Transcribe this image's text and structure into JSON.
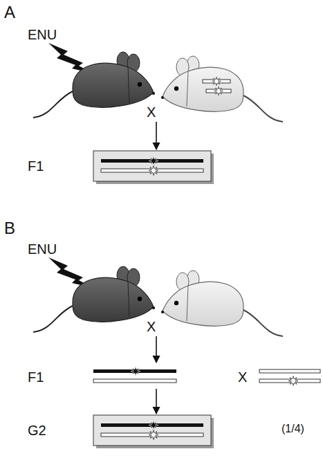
{
  "diagram": {
    "labels": [
      "A",
      "ENU",
      "X",
      "F1",
      "B",
      "ENU",
      "X",
      "F1",
      "X",
      "G2",
      "(1/4)"
    ]
  }
}
